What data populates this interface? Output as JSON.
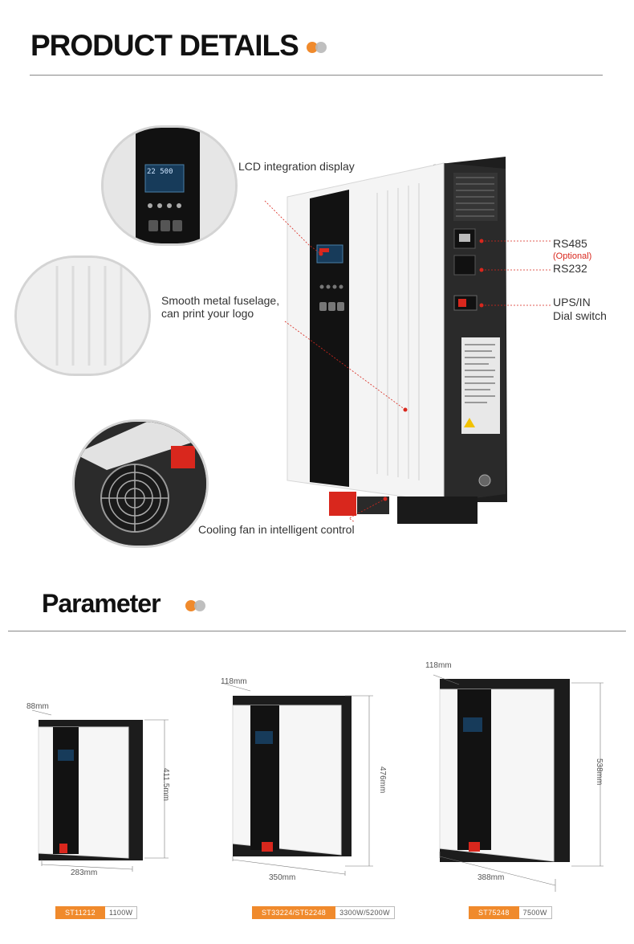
{
  "headings": {
    "product_details": "PRODUCT DETAILS",
    "parameter": "Parameter"
  },
  "colors": {
    "accent_orange": "#f08a2c",
    "dot_grey": "#b8b8b8",
    "callout_red": "#d9271d",
    "terminal_red": "#d9271d"
  },
  "callouts": {
    "lcd": "LCD integration display",
    "metal_line1": "Smooth metal fuselage,",
    "metal_line2": "can print your logo",
    "fan": "Cooling fan in intelligent control",
    "rs485": "RS485",
    "optional": "(Optional)",
    "rs232": "RS232",
    "ups_line1": "UPS/IN",
    "ups_line2": "Dial switch"
  },
  "lcd_readout": "22 500",
  "models": [
    {
      "depth": "88mm",
      "height": "411.5mm",
      "width": "283mm",
      "model": "ST11212",
      "power": "1100W"
    },
    {
      "depth": "118mm",
      "height": "476mm",
      "width": "350mm",
      "model": "ST33224/ST52248",
      "power": "3300W/5200W"
    },
    {
      "depth": "118mm",
      "height": "538mm",
      "width": "388mm",
      "model": "ST75248",
      "power": "7500W"
    }
  ]
}
